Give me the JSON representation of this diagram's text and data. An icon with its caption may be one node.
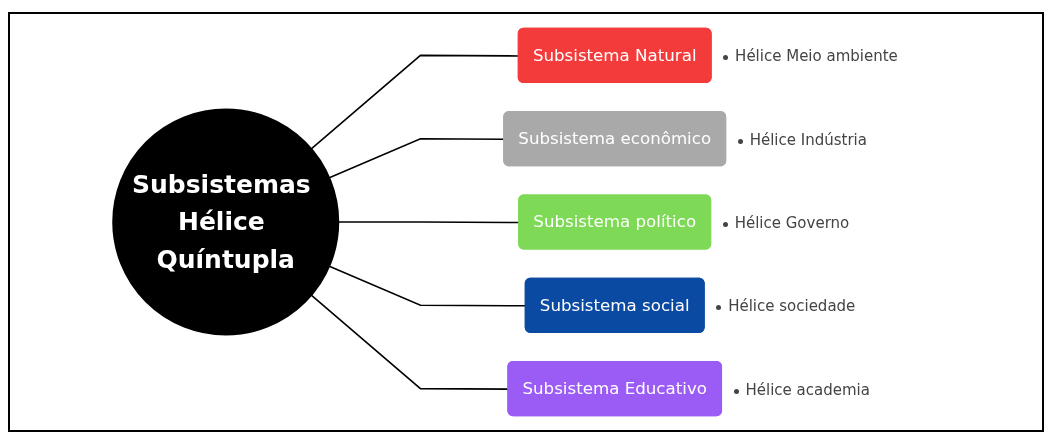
{
  "diagram": {
    "nodes": [
      {
        "text": [
          "Subsistemas Hélice Quíntupla"
        ]
      },
      {
        "text": [
          "Subsistema Natural"
        ],
        "beside": [
          "Hélice Meio ambiente"
        ]
      },
      {
        "text": [
          "Subsistema econômico"
        ],
        "beside": [
          "Hélice Indústria"
        ]
      },
      {
        "text": [
          "Subsistema político"
        ],
        "beside": [
          "Hélice Governo"
        ]
      },
      {
        "text": [
          "Subsistema social"
        ],
        "beside": [
          "Hélice sociedade"
        ]
      },
      {
        "text": [
          "Subsistema Educativo"
        ],
        "beside": [
          "Hélice academia"
        ]
      }
    ],
    "edges": [
      {
        "from": 0,
        "to": 1,
        "arrow": "none"
      },
      {
        "from": 0,
        "to": 2,
        "arrow": "none"
      },
      {
        "from": 0,
        "to": 3,
        "arrow": "none"
      },
      {
        "from": 0,
        "to": 4,
        "arrow": "none"
      },
      {
        "from": 0,
        "to": 5,
        "arrow": "none"
      }
    ]
  }
}
